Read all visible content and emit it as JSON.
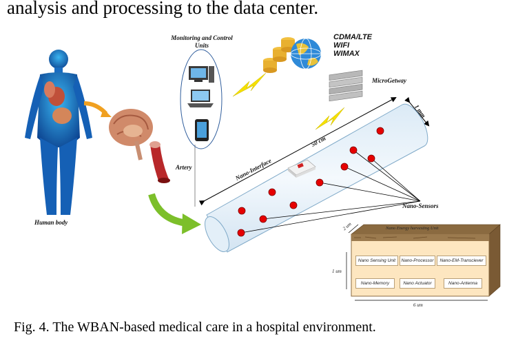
{
  "top_text": "analysis and processing to the data center.",
  "caption": "Fig. 4. The WBAN-based medical care in a hospital environment.",
  "labels": {
    "human_body": "Human body",
    "artery": "Artery",
    "monitoring": "Monitoring and Control Units",
    "comm": [
      "CDMA/LTE",
      "WIFI",
      "WIMAX"
    ],
    "microgateway": "MicroGetway",
    "nano_interface": "Nano-Interface",
    "length": "50 cm",
    "diameter": "1 mm",
    "nano_sensors": "Nano-Sensors"
  },
  "nano_unit": {
    "title": "Nano Energy harvesting Unit",
    "cells": [
      "Nano Sensing Unit",
      "Nano-Processor",
      "Nano-EM-Transciever",
      "Nano-Memory",
      "Nano Actuator",
      "Nano-Antenna"
    ],
    "dim_depth": "2 um",
    "dim_height": "1 um",
    "dim_width": "6 um"
  },
  "colors": {
    "sensor_dot": "#e60000",
    "lightning": "#f5e000",
    "tube": "#e8f3fb",
    "green_arrow": "#7cbf2a",
    "orange_arrow": "#f0a020",
    "wood": "#9b7a4e"
  }
}
